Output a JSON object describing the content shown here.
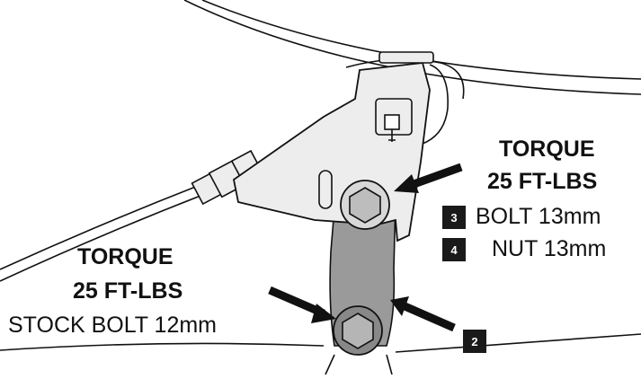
{
  "colors": {
    "ink": "#111111",
    "bracket_fill": "#ededed",
    "link_fill": "#9a9a9a",
    "badge_bg": "#1a1a1a",
    "badge_text": "#ffffff"
  },
  "right_callout": {
    "torque_title": "TORQUE",
    "torque_value": "25 FT-LBS",
    "items": [
      {
        "badge": "3",
        "text": "BOLT 13mm"
      },
      {
        "badge": "4",
        "text": "NUT 13mm"
      }
    ]
  },
  "left_callout": {
    "torque_title": "TORQUE",
    "torque_value": "25 FT-LBS",
    "text": "STOCK BOLT 12mm"
  },
  "part_badge": "2",
  "icons": [
    "arrow-icon",
    "hex-bolt-icon",
    "zip-tie-icon"
  ]
}
